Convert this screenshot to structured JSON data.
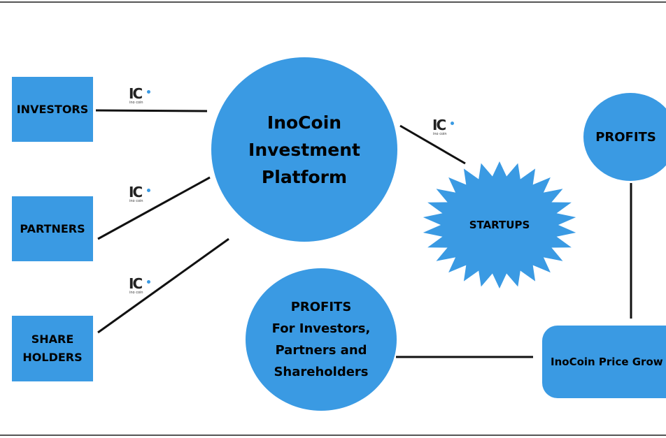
{
  "diagram": {
    "nodes": {
      "investors": "INVESTORS",
      "partners": "PARTNERS",
      "shareholders": [
        "SHARE",
        "HOLDERS"
      ],
      "platform": [
        "InoCoin",
        "Investment",
        "Platform"
      ],
      "startups": "STARTUPS",
      "profits_top": "PROFITS",
      "profits_bottom": [
        "PROFITS",
        "For Investors,",
        "Partners and",
        "Shareholders"
      ],
      "price_growth": "InoCoin Price Grow"
    },
    "logo": {
      "mark": "IC",
      "subtitle": "ino coin"
    },
    "colors": {
      "node_fill": "#3a9ae3",
      "line": "#111111"
    }
  }
}
